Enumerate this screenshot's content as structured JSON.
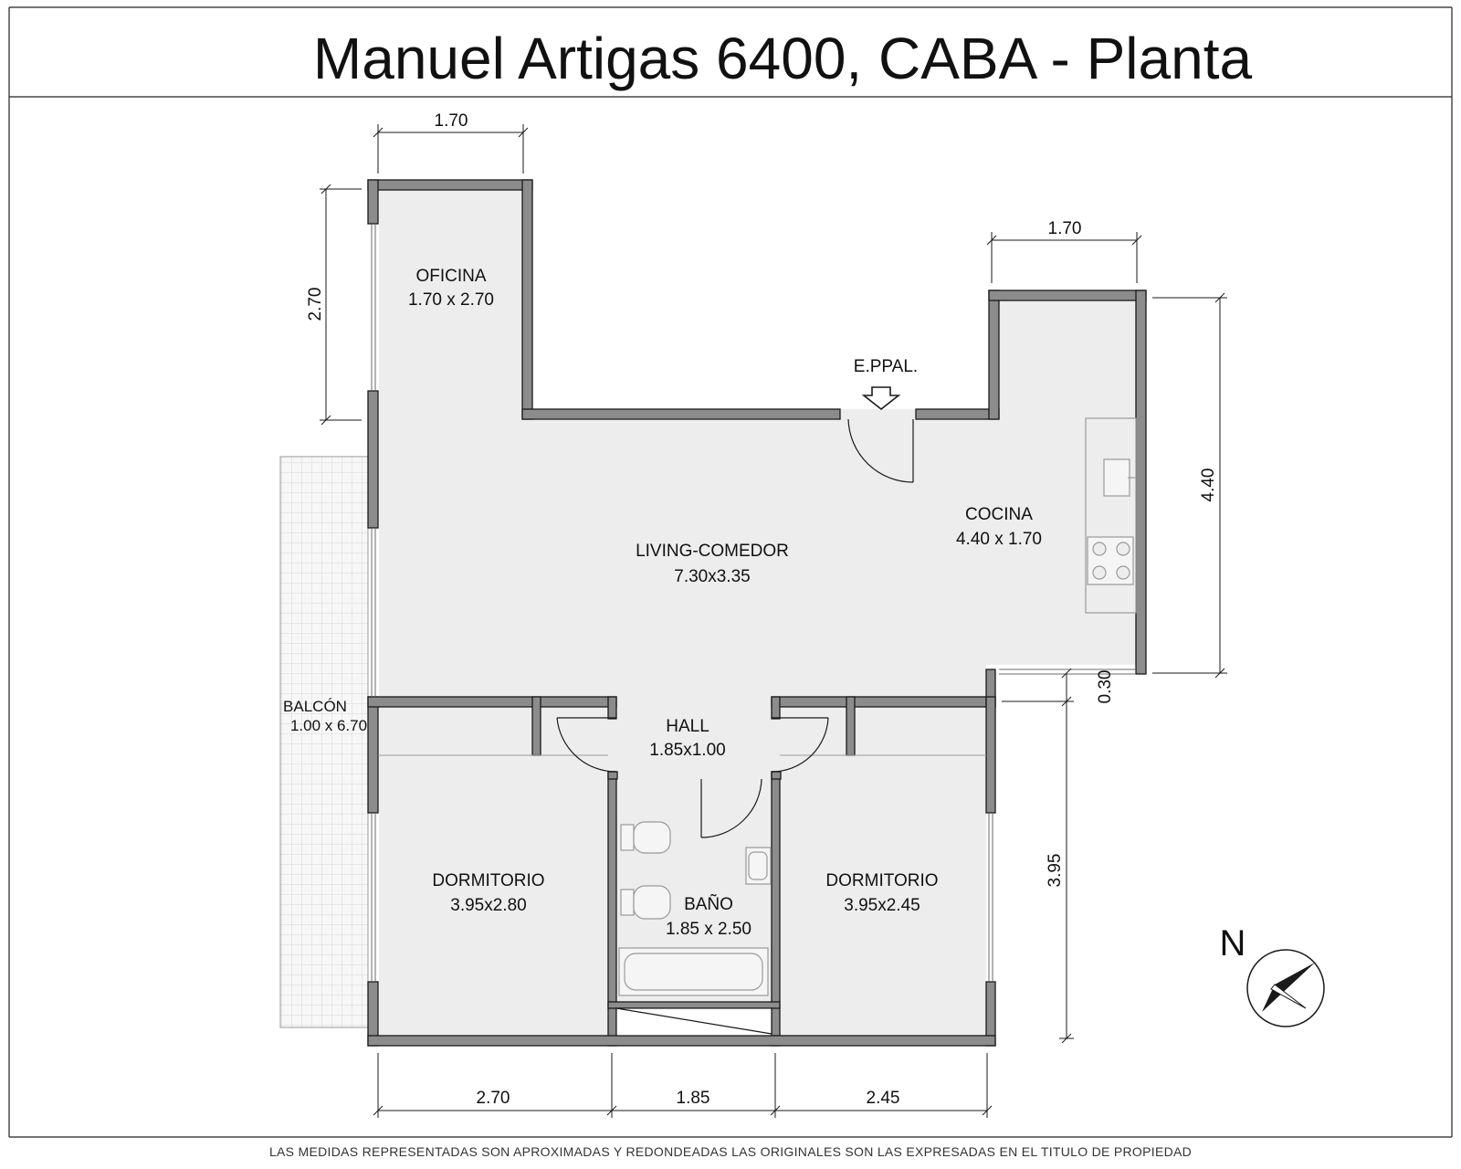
{
  "title": "Manuel Artigas 6400, CABA - Planta",
  "rooms": {
    "oficina": {
      "name": "OFICINA",
      "size": "1.70 x 2.70"
    },
    "living": {
      "name": "LIVING-COMEDOR",
      "size": "7.30x3.35"
    },
    "cocina": {
      "name": "COCINA",
      "size": "4.40 x 1.70"
    },
    "hall": {
      "name": "HALL",
      "size": "1.85x1.00"
    },
    "balcon": {
      "name": "BALCÓN",
      "size": "1.00 x 6.70"
    },
    "dormitorio1": {
      "name": "DORMITORIO",
      "size": "3.95x2.80"
    },
    "bano": {
      "name": "BAÑO",
      "size": "1.85 x 2.50"
    },
    "dormitorio2": {
      "name": "DORMITORIO",
      "size": "3.95x2.45"
    }
  },
  "entrance_label": "E.PPAL.",
  "dimensions": {
    "oficina_width": "1.70",
    "oficina_height": "2.70",
    "cocina_width": "1.70",
    "cocina_height": "4.40",
    "gap": "0.30",
    "bedroom_height": "3.95",
    "bottom_left": "2.70",
    "bottom_mid": "1.85",
    "bottom_right": "2.45"
  },
  "north_label": "N",
  "footer": "LAS MEDIDAS REPRESENTADAS SON APROXIMADAS Y REDONDEADAS LAS ORIGINALES SON LAS EXPRESADAS EN EL TITULO DE PROPIEDAD",
  "colors": {
    "floor": "#ededed",
    "wall_fill": "#8c8c8c",
    "wall_stroke": "#1a1a1a",
    "line": "#1a1a1a"
  }
}
